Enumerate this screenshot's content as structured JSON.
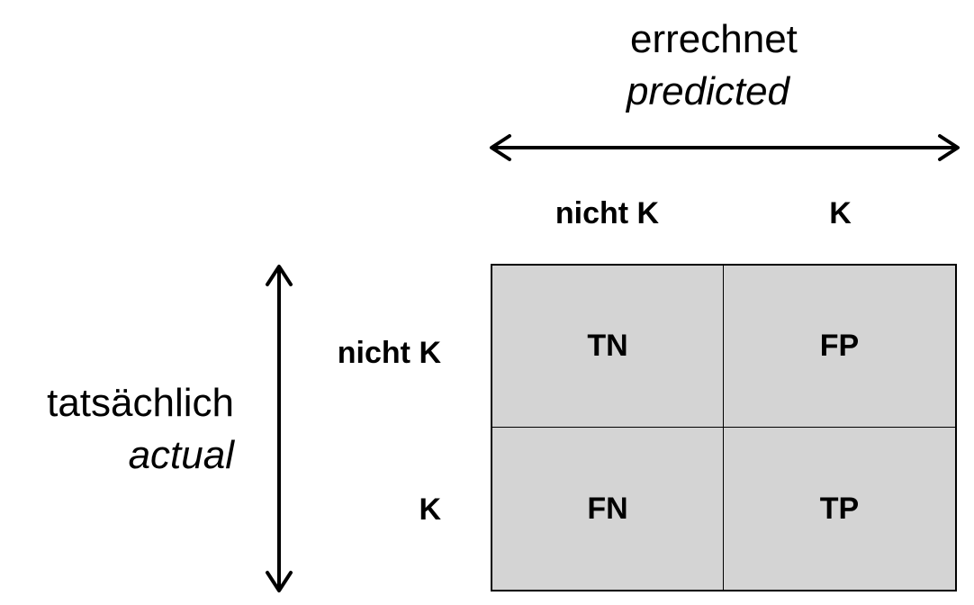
{
  "predicted_axis": {
    "title": "errechnet",
    "subtitle": "predicted"
  },
  "actual_axis": {
    "title": "tatsächlich",
    "subtitle": "actual"
  },
  "columns": [
    "nicht K",
    "K"
  ],
  "rows": [
    "nicht K",
    "K"
  ],
  "cells": [
    [
      "TN",
      "FP"
    ],
    [
      "FN",
      "TP"
    ]
  ],
  "colors": {
    "cell_fill": "#d4d4d4",
    "line": "#000000"
  }
}
